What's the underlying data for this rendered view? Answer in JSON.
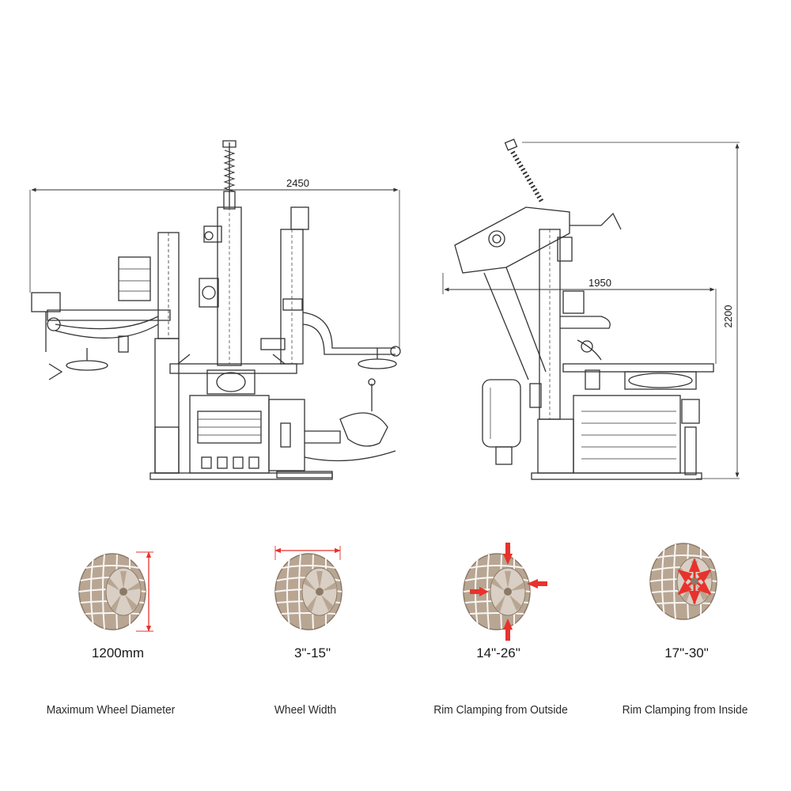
{
  "dimensions": {
    "width": "2450",
    "depth": "1950",
    "height": "2200"
  },
  "colors": {
    "line": "#333333",
    "tire": "#b8a693",
    "tire_dark": "#8c7a68",
    "rim": "#d9cfc4",
    "accent": "#e8322c"
  },
  "specs": [
    {
      "value": "1200mm",
      "caption": "Maximum Wheel Diameter",
      "icon": "tire-diameter-icon"
    },
    {
      "value": "3\"-15\"",
      "caption": "Wheel Width",
      "icon": "tire-width-icon"
    },
    {
      "value": "14\"-26\"",
      "caption": "Rim Clamping from Outside",
      "icon": "tire-clamp-outside-icon"
    },
    {
      "value": "17\"-30\"",
      "caption": "Rim Clamping from Inside",
      "icon": "tire-clamp-inside-icon"
    }
  ]
}
